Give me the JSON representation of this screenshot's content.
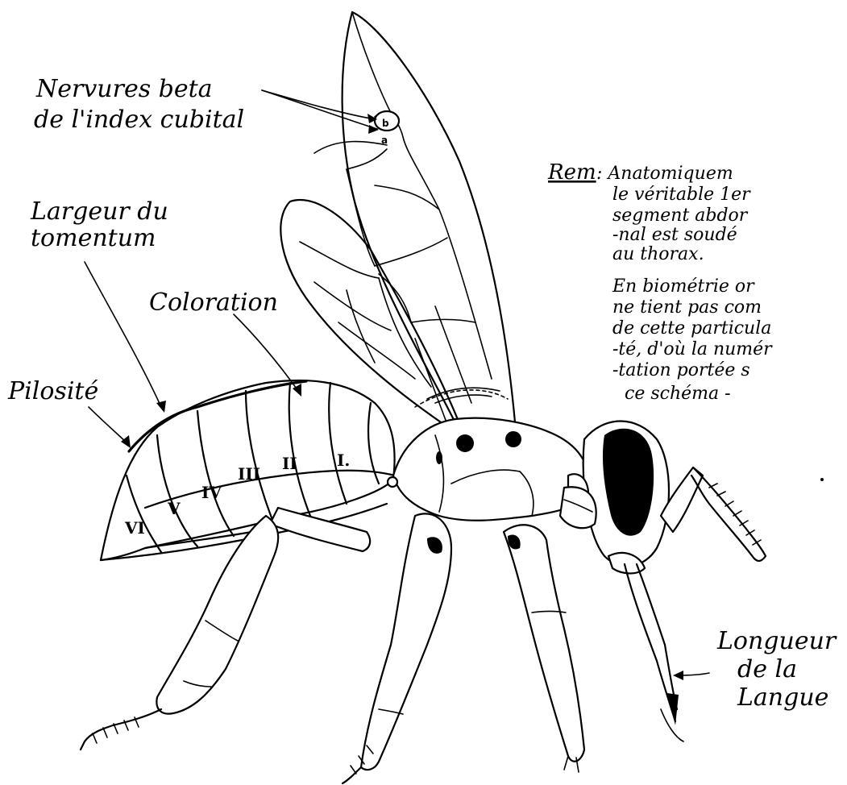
{
  "labels": {
    "nervures_line1": "Nervures beta",
    "nervures_line2": "de l'index cubital",
    "largeur_line1": "Largeur du",
    "largeur_line2": "tomentum",
    "coloration": "Coloration",
    "pilosite": "Pilosité",
    "longueur_line1": "Longueur",
    "longueur_line2": "de la",
    "longueur_line3": "Langue",
    "vein_b": "b",
    "vein_a": "a"
  },
  "remark": {
    "title": "Rem",
    "lines": [
      ": Anatomiquem",
      "le véritable 1er",
      "segment abdor",
      "-nal est soudé",
      "au thorax."
    ],
    "lines2": [
      "En biométrie or",
      "ne tient pas com",
      "de cette particula",
      "-té, d'où la numér",
      "-tation portée s",
      "ce schéma -"
    ]
  },
  "segments": [
    "I.",
    "II",
    "III",
    "IV",
    "V",
    "VI"
  ],
  "colors": {
    "ink": "#000000",
    "paper": "#ffffff"
  }
}
